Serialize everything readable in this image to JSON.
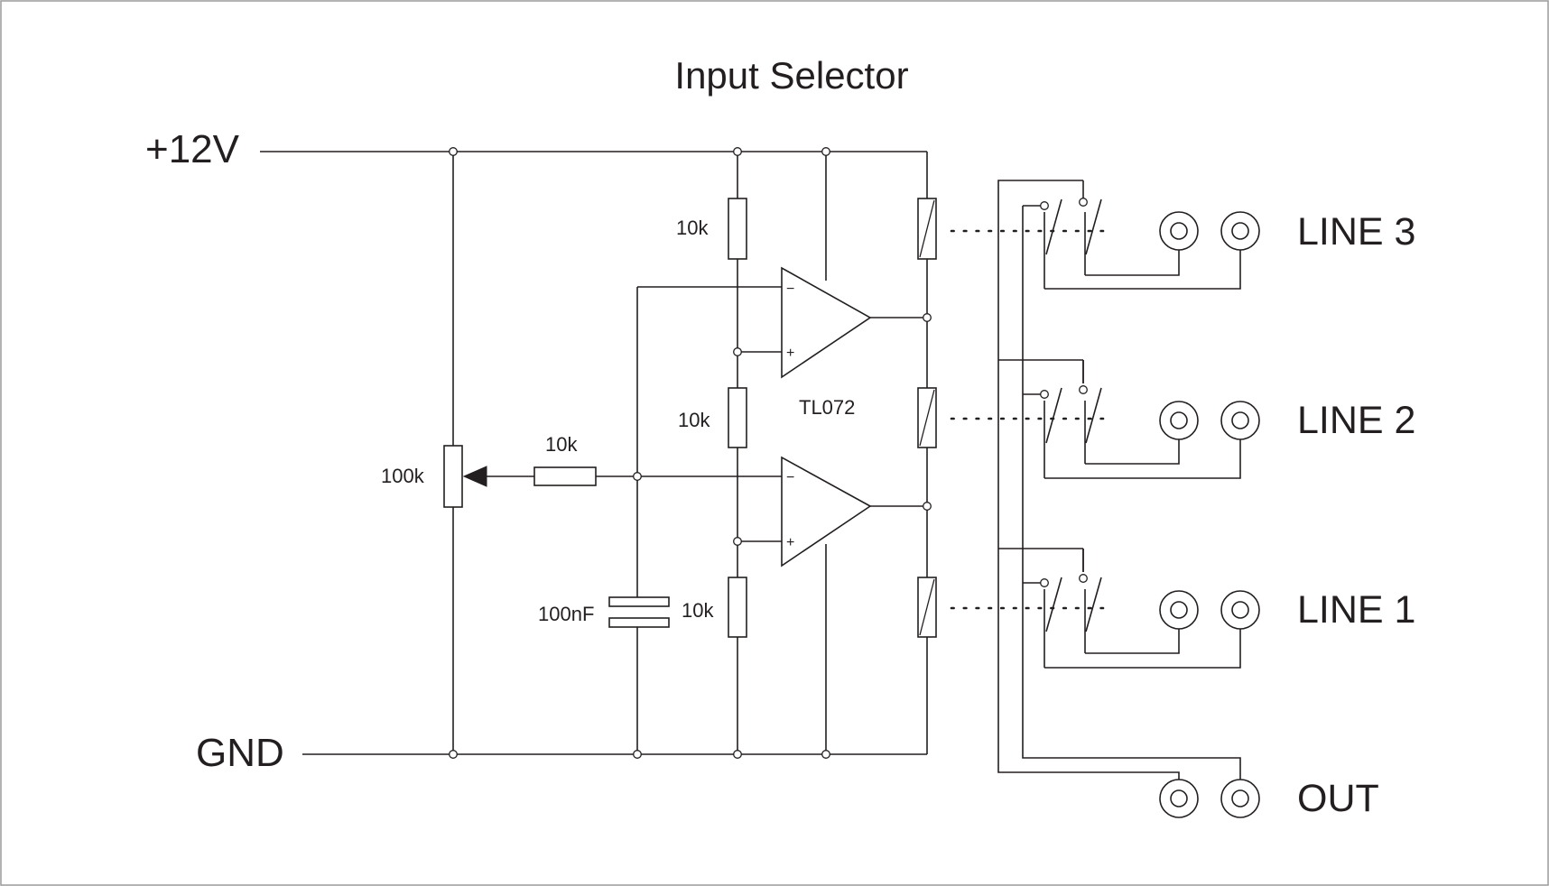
{
  "diagram": {
    "title": "Input Selector",
    "rails": {
      "positive": "+12V",
      "ground": "GND"
    },
    "components": {
      "potentiometer": "100k",
      "wiper_resistor": "10k",
      "divider_top": "10k",
      "divider_mid": "10k",
      "divider_bottom": "10k",
      "capacitor": "100nF",
      "opamp": "TL072",
      "minus_sign": "−",
      "plus_sign": "+"
    },
    "connectors": {
      "line3": "LINE 3",
      "line2": "LINE 2",
      "line1": "LINE 1",
      "out": "OUT"
    },
    "colors": {
      "ink": "#231f20",
      "background": "#ffffff",
      "frame": "#9a9a9a"
    }
  }
}
